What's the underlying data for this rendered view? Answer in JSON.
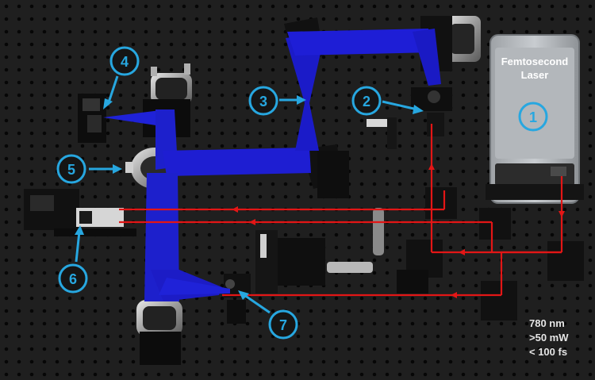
{
  "colors": {
    "background": "#1c1c1c",
    "breadboard_hole": "#050505",
    "uv_beam": "#1a1acc",
    "red_beam": "#e01414",
    "callout": "#27a7e0",
    "laser_housing": "#b8bcc0"
  },
  "laser": {
    "title_line1": "Femtosecond",
    "title_line2": "Laser"
  },
  "specs": {
    "wavelength": "780 nm",
    "power": ">50 mW",
    "pulse": "< 100 fs"
  },
  "callouts": [
    {
      "label": "1"
    },
    {
      "label": "2"
    },
    {
      "label": "3"
    },
    {
      "label": "4"
    },
    {
      "label": "5"
    },
    {
      "label": "6"
    },
    {
      "label": "7"
    }
  ]
}
